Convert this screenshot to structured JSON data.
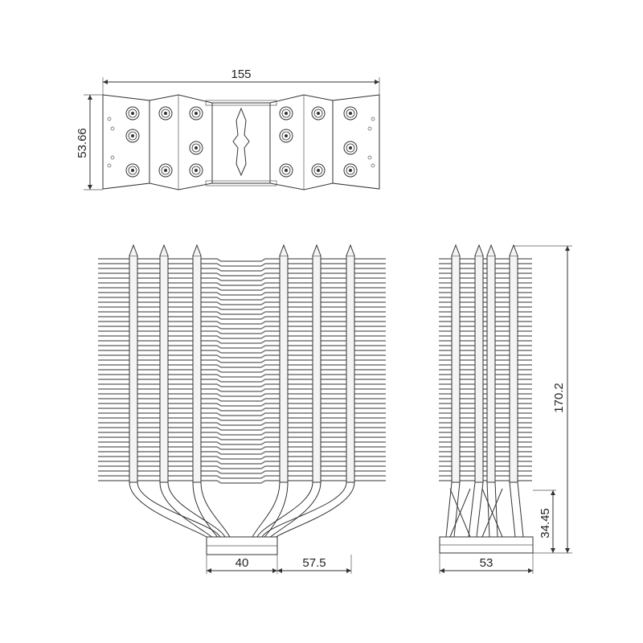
{
  "drawing": {
    "top_view": {
      "width_label": "155",
      "depth_label": "53.66"
    },
    "front_view": {
      "base_width_label": "40",
      "offset_label": "57.5"
    },
    "side_view": {
      "height_label": "170.2",
      "clearance_label": "34.45",
      "width_label": "53"
    },
    "colors": {
      "line": "#333333",
      "fin": "#777777",
      "pipe_fill": "#f4f4f4",
      "background": "#ffffff"
    }
  }
}
